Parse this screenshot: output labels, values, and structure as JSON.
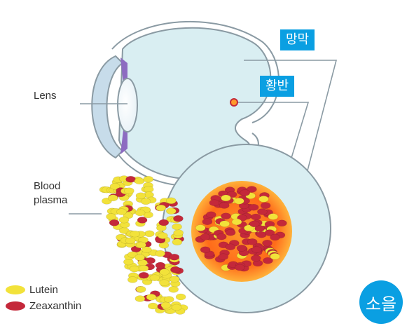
{
  "labels": {
    "lens": "Lens",
    "blood_plasma": "Blood\nplasma",
    "retina": "망막",
    "macula": "황반"
  },
  "legend": [
    {
      "label": "Lutein",
      "color": "#f2e23a"
    },
    {
      "label": "Zeaxanthin",
      "color": "#c4283a"
    }
  ],
  "logo_text": "소을",
  "colors": {
    "accent": "#0a9fe2",
    "eye_fill": "#d9eef2",
    "eye_stroke": "#8a9aa3",
    "iris": "#8d6bc1",
    "lutein": "#f2e23a",
    "zeaxanthin": "#c4283a"
  }
}
